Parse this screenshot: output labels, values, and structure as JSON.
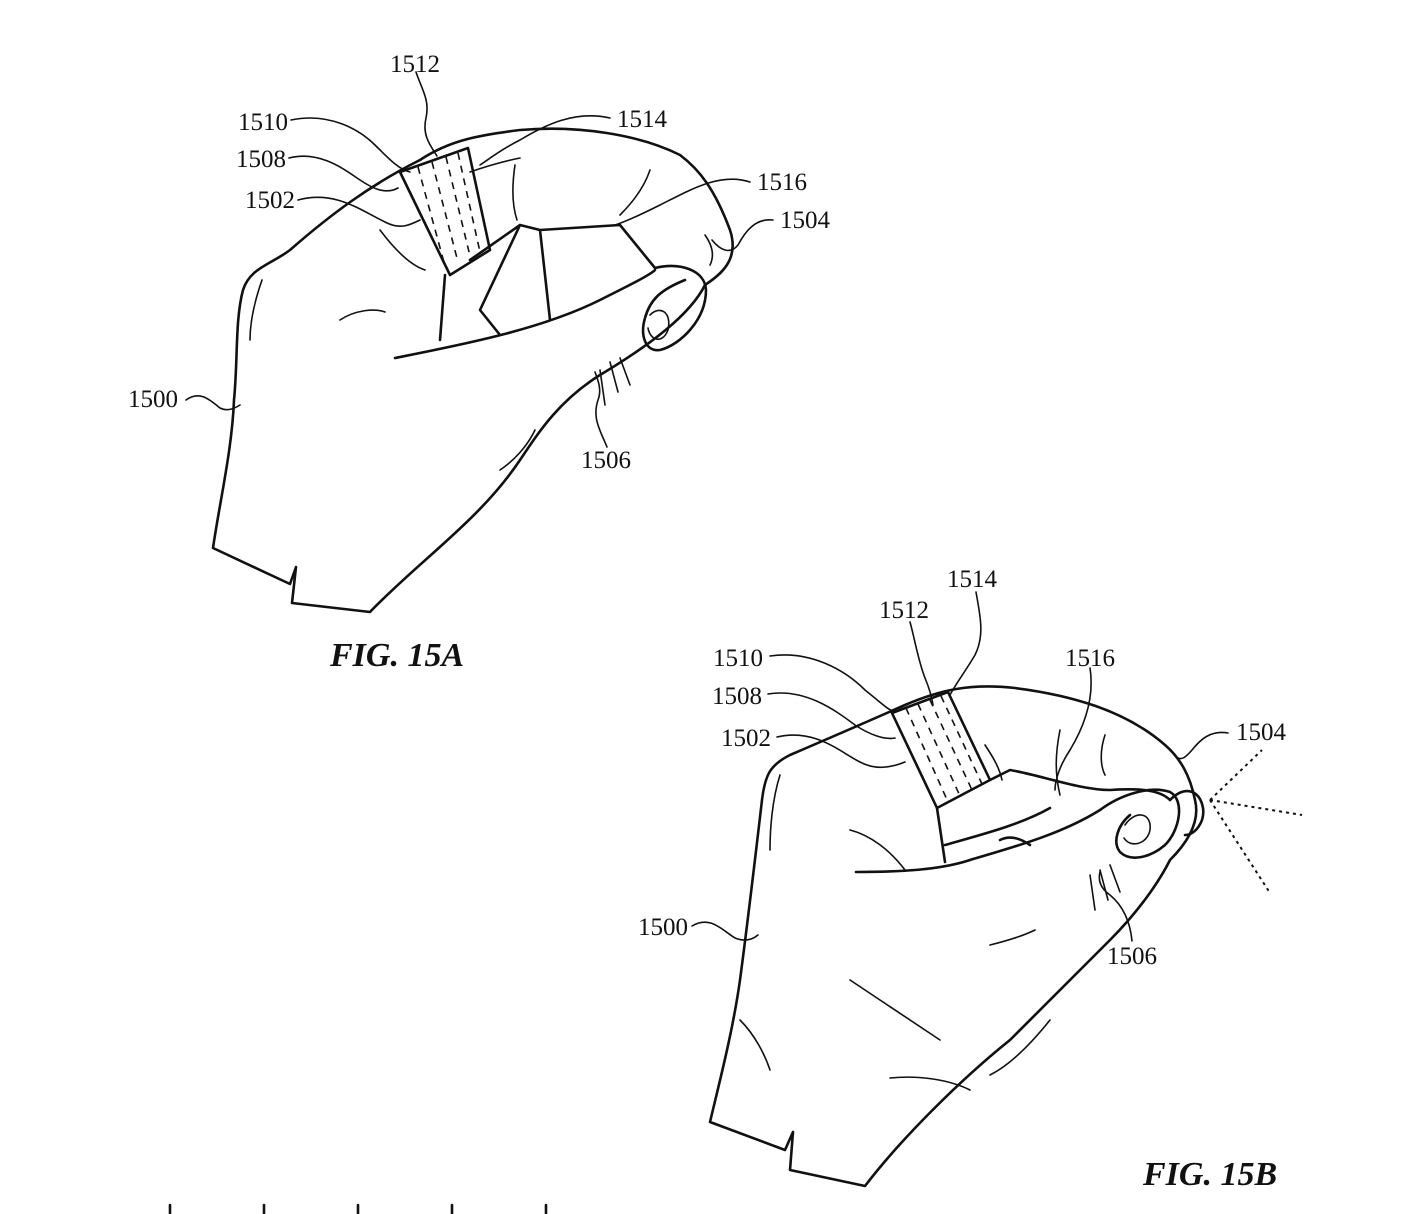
{
  "figures": [
    {
      "caption": "FIG. 15A",
      "labels": {
        "l1500": "1500",
        "l1502": "1502",
        "l1504": "1504",
        "l1506": "1506",
        "l1508": "1508",
        "l1510": "1510",
        "l1512": "1512",
        "l1514": "1514",
        "l1516": "1516"
      }
    },
    {
      "caption": "FIG. 15B",
      "labels": {
        "l1500": "1500",
        "l1502": "1502",
        "l1504": "1504",
        "l1506": "1506",
        "l1508": "1508",
        "l1510": "1510",
        "l1512": "1512",
        "l1514": "1514",
        "l1516": "1516"
      }
    }
  ]
}
